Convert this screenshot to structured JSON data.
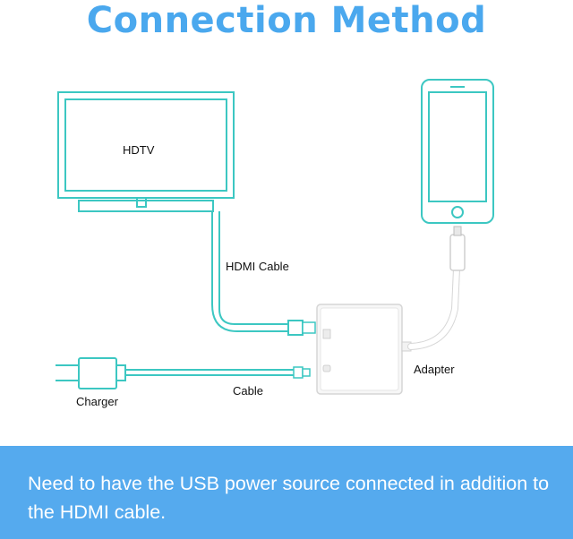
{
  "title": "Connection Method",
  "labels": {
    "hdtv": "HDTV",
    "hdmi_cable": "HDMI Cable",
    "adapter": "Adapter",
    "charger": "Charger",
    "cable": "Cable"
  },
  "banner": {
    "text": "Need to have the USB power source connected in addition to the HDMI cable."
  },
  "colors": {
    "title": "#4aa8ee",
    "outline": "#3cc7c2",
    "banner": "#55aaee"
  }
}
